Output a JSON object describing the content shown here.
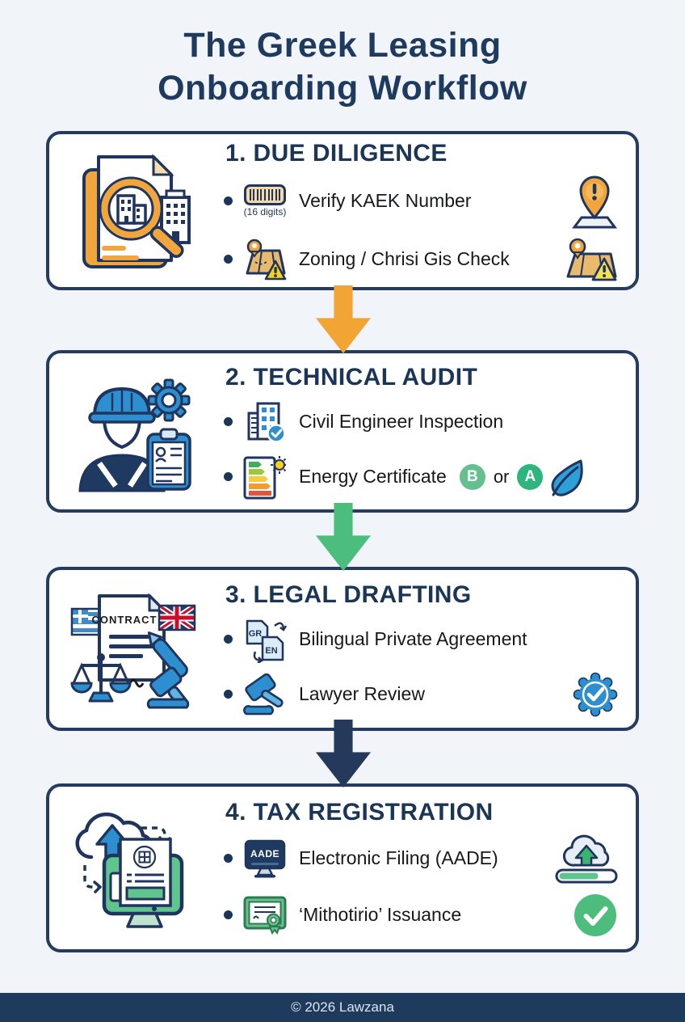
{
  "title": {
    "line1": "The Greek Leasing",
    "line2": "Onboarding Workflow"
  },
  "footer": {
    "text": "© 2026 Lawzana"
  },
  "colors": {
    "page_bg": "#f1f4f8",
    "card_bg": "#ffffff",
    "navy": "#1e3a5f",
    "card_border": "#263c5f",
    "arrow_orange": "#f2a434",
    "arrow_green": "#4dbd7d",
    "arrow_navy": "#24395c",
    "accent_blue": "#2e8fd0",
    "accent_orange": "#f0a63c",
    "footer_bg": "#1e3a5c"
  },
  "steps": [
    {
      "heading": "1. DUE DILIGENCE",
      "left_icon": "document-magnifier-buildings-icon",
      "arrow_after_color": "#f2a434",
      "items": [
        {
          "icon": "kaek-barcode-icon",
          "icon_caption": "(16 digits)",
          "label": "Verify KAEK Number",
          "right_icon": "map-pin-alert-icon"
        },
        {
          "icon": "zoning-map-warning-icon",
          "label": "Zoning / Chrisi Gis Check",
          "right_icon": "map-warning-icon"
        }
      ]
    },
    {
      "heading": "2. TECHNICAL AUDIT",
      "left_icon": "engineer-gear-clipboard-icon",
      "arrow_after_color": "#4dbd7d",
      "items": [
        {
          "icon": "building-check-icon",
          "label": "Civil Engineer Inspection"
        },
        {
          "icon": "energy-rating-icon",
          "label": "Energy Certificate",
          "badge_primary": "B",
          "conjunction": "or",
          "badge_secondary": "A",
          "suffix_icon": "leaf-icon"
        }
      ]
    },
    {
      "heading": "3. LEGAL DRAFTING",
      "left_icon": "contract-flags-scales-gavel-icon",
      "left_icon_label": "CONTRACT",
      "arrow_after_color": "#24395c",
      "items": [
        {
          "icon": "gr-en-translation-icon",
          "icon_label_1": "GR",
          "icon_label_2": "EN",
          "label": "Bilingual Private Agreement"
        },
        {
          "icon": "gavel-icon",
          "label": "Lawyer Review",
          "right_icon": "verified-badge-icon"
        }
      ]
    },
    {
      "heading": "4. TAX REGISTRATION",
      "left_icon": "cloud-upload-monitor-icon",
      "items": [
        {
          "icon": "aade-monitor-icon",
          "icon_label": "AADE",
          "label": "Electronic Filing (AADE)",
          "right_icon": "cloud-upload-progress-icon"
        },
        {
          "icon": "certificate-seal-icon",
          "label": "‘Mithotirio’ Issuance",
          "right_icon": "check-circle-icon"
        }
      ]
    }
  ]
}
